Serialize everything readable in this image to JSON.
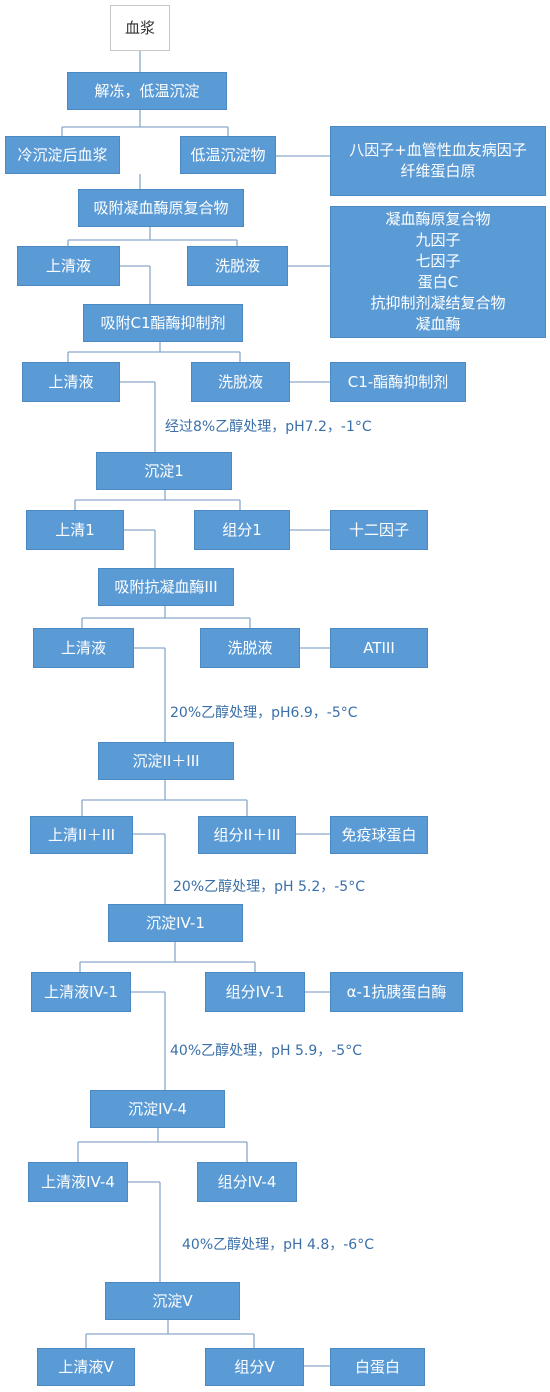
{
  "nodes": {
    "plasma": "血浆",
    "thaw": "解冻，低温沉淀",
    "post_cryo_plasma": "冷沉淀后血浆",
    "cryoprecipitate": "低温沉淀物",
    "cryo_products": [
      "八因子+血管性血友病因子",
      "纤维蛋白原"
    ],
    "adsorb_prothrombin": "吸附凝血酶原复合物",
    "supernatant_1": "上清液",
    "eluate_1": "洗脱液",
    "eluate_1_products": [
      "凝血酶原复合物",
      "九因子",
      "七因子",
      "蛋白C",
      "抗抑制剂凝结复合物",
      "凝血酶"
    ],
    "adsorb_c1": "吸附C1酯酶抑制剂",
    "supernatant_2": "上清液",
    "eluate_2": "洗脱液",
    "c1_product": "C1-酯酶抑制剂",
    "precip_1": "沉淀1",
    "supernatant_3": "上清1",
    "fraction_1": "组分1",
    "factor_xii": "十二因子",
    "adsorb_atiii": "吸附抗凝血酶III",
    "supernatant_4": "上清液",
    "eluate_3": "洗脱液",
    "atiii_product": "ATIII",
    "precip_2_3": "沉淀II＋III",
    "supernatant_2_3": "上清II＋III",
    "fraction_2_3": "组分II＋III",
    "immunoglobulin": "免疫球蛋白",
    "precip_4_1": "沉淀IV-1",
    "supernatant_4_1": "上清液IV-1",
    "fraction_4_1": "组分IV-1",
    "alpha1_product": "α-1抗胰蛋白酶",
    "precip_4_4": "沉淀IV-4",
    "supernatant_4_4": "上清液IV-4",
    "fraction_4_4": "组分IV-4",
    "precip_5": "沉淀V",
    "supernatant_5": "上清液V",
    "fraction_5": "组分V",
    "albumin": "白蛋白"
  },
  "conditions": {
    "step1": "经过8%乙醇处理，pH7.2，-1°C",
    "step2": "20%乙醇处理，pH6.9，-5°C",
    "step3": "20%乙醇处理，pH 5.2，-5°C",
    "step4": "40%乙醇处理，pH 5.9，-5°C",
    "step5": "40%乙醇处理，pH 4.8，-6°C"
  },
  "colors": {
    "box_fill": "#5b9bd5",
    "box_text": "#ffffff",
    "line": "#8aa9c9",
    "condition_text": "#3a6fa8"
  }
}
